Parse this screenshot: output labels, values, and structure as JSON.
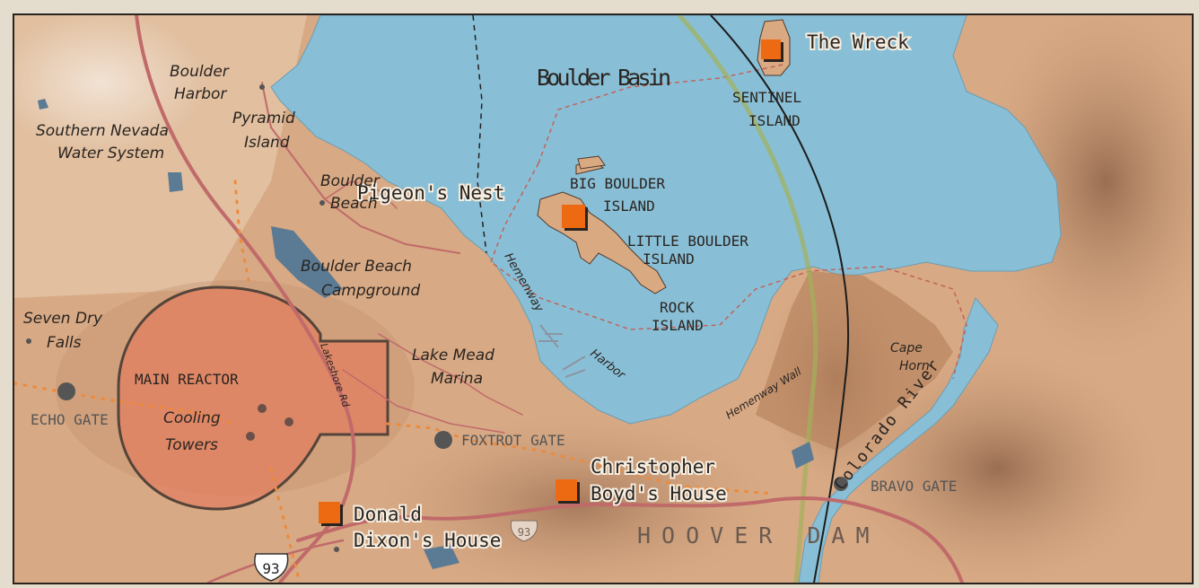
{
  "map": {
    "water": {
      "basin": "Boulder Basin",
      "river": "Colorado River"
    },
    "markers": [
      {
        "label": "The Wreck"
      },
      {
        "label": "Pigeon's Nest"
      },
      {
        "label": "Christopher"
      },
      {
        "label": "Boyd's House"
      },
      {
        "label": "Donald"
      },
      {
        "label": "Dixon's House"
      }
    ],
    "islands": {
      "sentinel_1": "SENTINEL",
      "sentinel_2": "ISLAND",
      "big_boulder_1": "BIG BOULDER",
      "big_boulder_2": "ISLAND",
      "little_boulder_1": "LITTLE BOULDER",
      "little_boulder_2": "ISLAND",
      "rock_1": "ROCK",
      "rock_2": "ISLAND"
    },
    "places": {
      "boulder_harbor_1": "Boulder",
      "boulder_harbor_2": "Harbor",
      "pyramid_1": "Pyramid",
      "pyramid_2": "Island",
      "snws_1": "Southern Nevada",
      "snws_2": "Water System",
      "boulder_beach_1": "Boulder",
      "boulder_beach_2": "Beach",
      "campground_1": "Boulder Beach",
      "campground_2": "Campground",
      "seven_dry_1": "Seven Dry",
      "seven_dry_2": "Falls",
      "marina_1": "Lake Mead",
      "marina_2": "Marina",
      "cooling_1": "Cooling",
      "cooling_2": "Towers",
      "hemenway_harbor_1": "Hemenway",
      "hemenway_harbor_2": "Harbor",
      "hemenway_wall": "Hemenway Wall",
      "cape_horn_1": "Cape",
      "cape_horn_2": "Horn",
      "lakeshore": "Lakeshore Rd",
      "hoover": "HOOVER DAM"
    },
    "zones": {
      "reactor": "MAIN REACTOR",
      "echo_gate": "ECHO GATE",
      "foxtrot_gate": "FOXTROT GATE",
      "bravo_gate": "BRAVO GATE"
    },
    "shields": {
      "us_93": "93",
      "us_93_small": "93"
    },
    "colors": {
      "water": "#89bfd6",
      "land": "#d4a680",
      "reactor_zone": "#e47a5c",
      "marker": "#ee6a12",
      "road": "#c06a6a",
      "route_dots": "#ee8a3a"
    }
  }
}
